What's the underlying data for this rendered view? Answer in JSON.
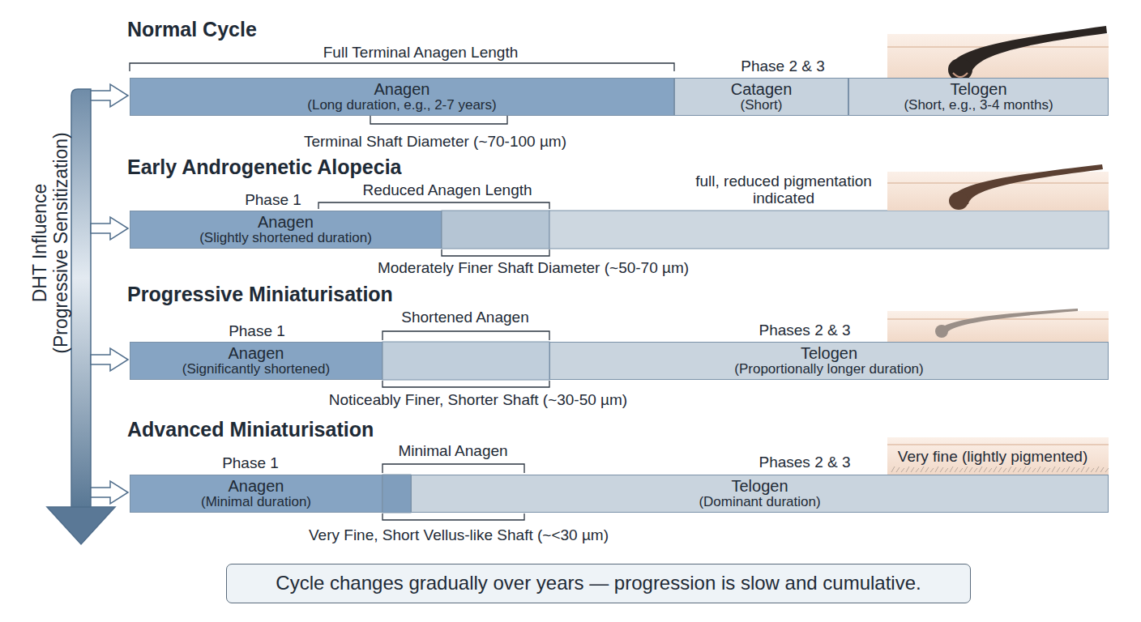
{
  "diagram": {
    "caption": "Cycle changes gradually over years — progression is slow and cumulative.",
    "nodes": [
      {
        "text": [
          "Anagen",
          "(Long duration, e.g., 2-7 years)"
        ]
      },
      {
        "text": [
          "Catagen",
          "(Short)"
        ]
      },
      {
        "text": [
          "Telogen",
          "(Short, e.g., 3-4 months)"
        ]
      },
      {
        "text": [
          "Anagen",
          "(Slightly shortened duration)"
        ]
      },
      {
        "text": [
          "Anagen",
          "(Significantly shortened)"
        ]
      },
      {
        "text": [
          "Telogen",
          "(Proportionally longer duration)"
        ]
      },
      {
        "text": [
          "Anagen",
          "(Minimal duration)"
        ]
      },
      {
        "text": [
          "Telogen",
          "(Dominant duration)"
        ]
      }
    ],
    "labels": [
      "Normal Cycle",
      "Full Terminal Anagen Length",
      "Phase 2 & 3",
      "Terminal Shaft Diameter (~70-100 µm)",
      "Early Androgenetic Alopecia",
      "Phase 1",
      "Reduced Anagen Length",
      "full, reduced pigmentation indicated",
      "Moderately Finer Shaft Diameter (~50-70 µm)",
      "Progressive Miniaturisation",
      "Phase 1",
      "Shortened Anagen",
      "Phases 2 & 3",
      "Noticeably Finer, Shorter Shaft (~30-50 µm)",
      "Advanced Miniaturisation",
      "Phase 1",
      "Minimal Anagen",
      "Phases 2 & 3",
      "Very fine (lightly pigmented)",
      "Very Fine, Short Vellus-like Shaft (~<30 µm)",
      "DHT Influence",
      "(Progressive Sensitization)"
    ]
  }
}
